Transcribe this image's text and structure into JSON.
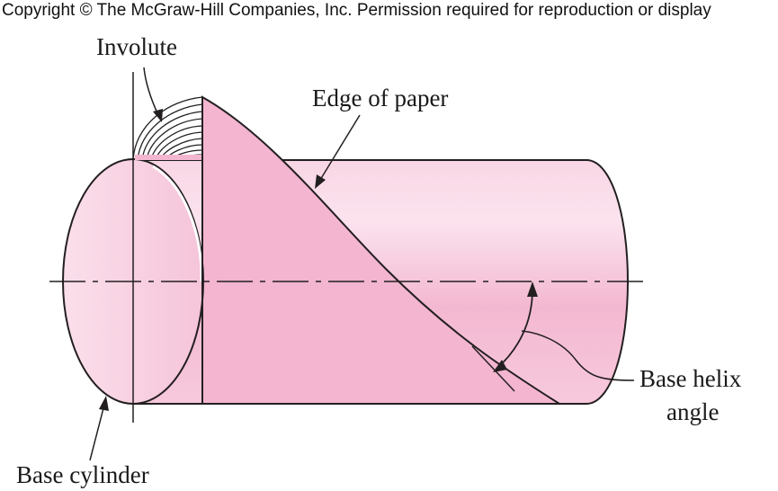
{
  "copyright": "Copyright © The McGraw-Hill Companies, Inc. Permission required for reproduction or display",
  "labels": {
    "involute": "Involute",
    "edge_of_paper": "Edge of paper",
    "base_helix_angle_line1": "Base helix",
    "base_helix_angle_line2": "angle",
    "base_cylinder": "Base cylinder"
  },
  "colors": {
    "cylinder_fill": "#f4b8d2",
    "end_face_fill": "#f8d3e3",
    "paper_fill": "#f3b5d0",
    "stroke": "#231f20"
  }
}
